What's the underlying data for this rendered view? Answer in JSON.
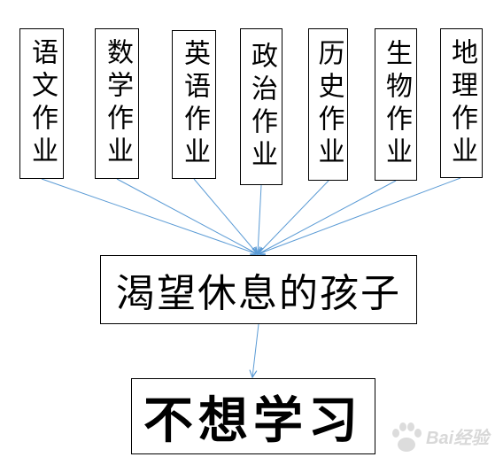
{
  "subjects": [
    {
      "label": "语文作业"
    },
    {
      "label": "数学作业"
    },
    {
      "label": "英语作业"
    },
    {
      "label": "政治作业"
    },
    {
      "label": "历史作业"
    },
    {
      "label": "生物作业"
    },
    {
      "label": "地理作业"
    }
  ],
  "middle": {
    "label": "渴望休息的孩子"
  },
  "result": {
    "label": "不想学习"
  },
  "watermark": {
    "text": "Bai经验"
  },
  "colors": {
    "arrow": "#5b9bd5",
    "border": "#000000",
    "background": "#ffffff"
  }
}
